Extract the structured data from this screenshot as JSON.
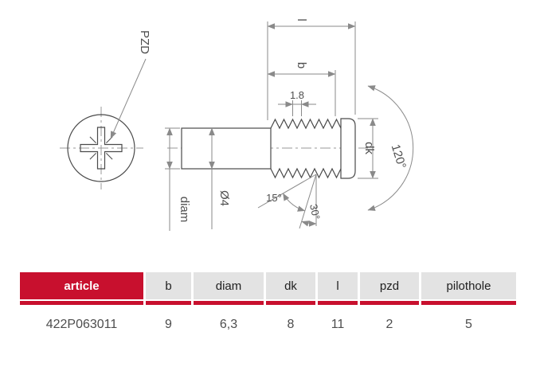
{
  "drawing": {
    "labels": {
      "pzd": "PZD",
      "length": "l",
      "thread_length": "b",
      "pitch": "1.8",
      "head_diameter": "dk",
      "head_angle": "120°",
      "shank_diameter": "Ø4",
      "diam": "diam",
      "tip_angle_15": "15°",
      "tip_angle_30": "30°"
    }
  },
  "table": {
    "accent_color": "#c8102e",
    "header_bg": "#e3e3e3",
    "headers": [
      "article",
      "b",
      "diam",
      "dk",
      "l",
      "pzd",
      "pilothole"
    ],
    "values": [
      "422P063011",
      "9",
      "6,3",
      "8",
      "11",
      "2",
      "5"
    ]
  }
}
